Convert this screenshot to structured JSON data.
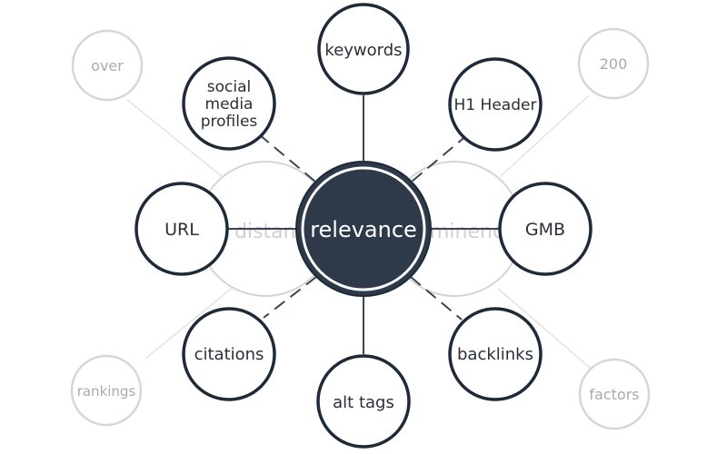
{
  "diagram": {
    "center": {
      "label": "relevance"
    },
    "ghost_labels": {
      "left": "distance",
      "right": "prominence"
    },
    "outer_labels": {
      "top_left": "over",
      "top_right": "200",
      "bottom_left": "rankings",
      "bottom_right": "factors"
    },
    "nodes": {
      "keywords": {
        "lines": [
          "keywords"
        ]
      },
      "social": {
        "lines": [
          "social",
          "media",
          "profiles"
        ]
      },
      "h1": {
        "lines": [
          "H1 Header"
        ]
      },
      "url": {
        "lines": [
          "URL"
        ]
      },
      "gmb": {
        "lines": [
          "GMB"
        ]
      },
      "citations": {
        "lines": [
          "citations"
        ]
      },
      "backlinks": {
        "lines": [
          "backlinks"
        ]
      },
      "alt": {
        "lines": [
          "alt tags"
        ]
      }
    },
    "colors": {
      "dark": "#2e3a4a",
      "node_stroke": "#1f2a38",
      "text": "#2a2f38",
      "faint": "#cfcfcf",
      "faint_text": "#a8a8a8",
      "white": "#ffffff"
    }
  }
}
